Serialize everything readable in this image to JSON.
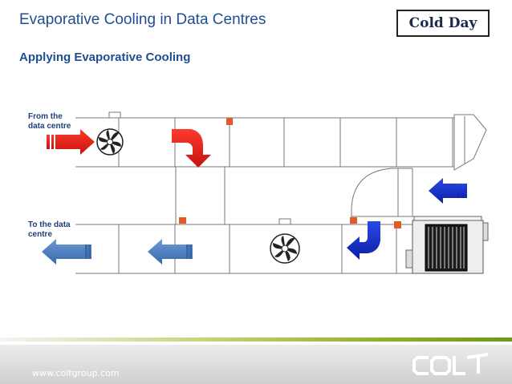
{
  "header": {
    "title": "Evaporative Cooling in Data Centres",
    "badge": "Cold Day"
  },
  "subtitle": "Applying Evaporative Cooling",
  "labels": {
    "from": "From the data centre",
    "to": "To the data centre"
  },
  "footer": {
    "url": "www.coltgroup.com",
    "logo": "COLT"
  },
  "colors": {
    "title": "#1f4e91",
    "warm_arrow": "#e8231c",
    "cold_arrow": "#1430c8",
    "supply_arrow": "#4f7fc0",
    "damper": "#e05a2a"
  }
}
